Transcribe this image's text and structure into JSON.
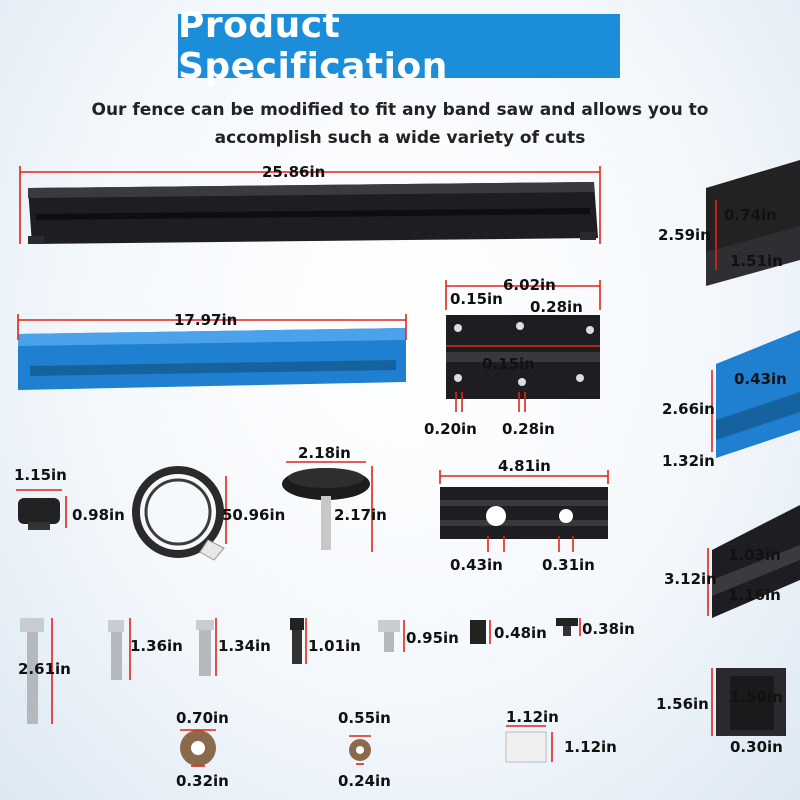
{
  "title": "Product Specification",
  "subtitle_line1": "Our fence can be modified to fit any band saw and allows you to",
  "subtitle_line2": "accomplish such a wide variety of cuts",
  "colors": {
    "banner": "#1c8ed9",
    "dimension_line": "#e2231a",
    "aluminum_blue": "#1f7fd0",
    "anodized_black": "#1e1e22"
  },
  "dims": {
    "black_rail_length": "25.86in",
    "blue_rail_length": "17.97in",
    "plate_width": "6.02in",
    "plate_hole_a": "0.15in",
    "plate_hole_b": "0.28in",
    "plate_mid": "0.15in",
    "plate_bottom_a": "0.20in",
    "plate_bottom_b": "0.28in",
    "knob_small_w": "1.15in",
    "knob_small_h": "0.98in",
    "tape_length": "50.96in",
    "knob_w": "2.18in",
    "knob_h": "2.17in",
    "bracket_width": "4.81in",
    "bracket_hole_a": "0.43in",
    "bracket_hole_b": "0.31in",
    "bolt1": "2.61in",
    "bolt2": "1.36in",
    "bolt3": "1.34in",
    "bolt4": "1.01in",
    "bolt5": "0.95in",
    "bolt6": "0.48in",
    "bolt7": "0.38in",
    "washer1_outer": "0.70in",
    "washer1_inner": "0.32in",
    "washer2_outer": "0.55in",
    "washer2_inner": "0.24in",
    "cube_w": "1.12in",
    "cube_h": "1.12in",
    "profile1_h": "2.59in",
    "profile1_top": "0.74in",
    "profile1_bottom": "1.51in",
    "profile2_top": "0.43in",
    "profile2_h": "2.66in",
    "profile2_bottom": "1.32in",
    "profile3_top": "1.03in",
    "profile3_h": "3.12in",
    "profile3_bottom": "1.16in",
    "profile4_h": "1.56in",
    "profile4_mid": "1.50in",
    "profile4_bottom": "0.30in"
  }
}
